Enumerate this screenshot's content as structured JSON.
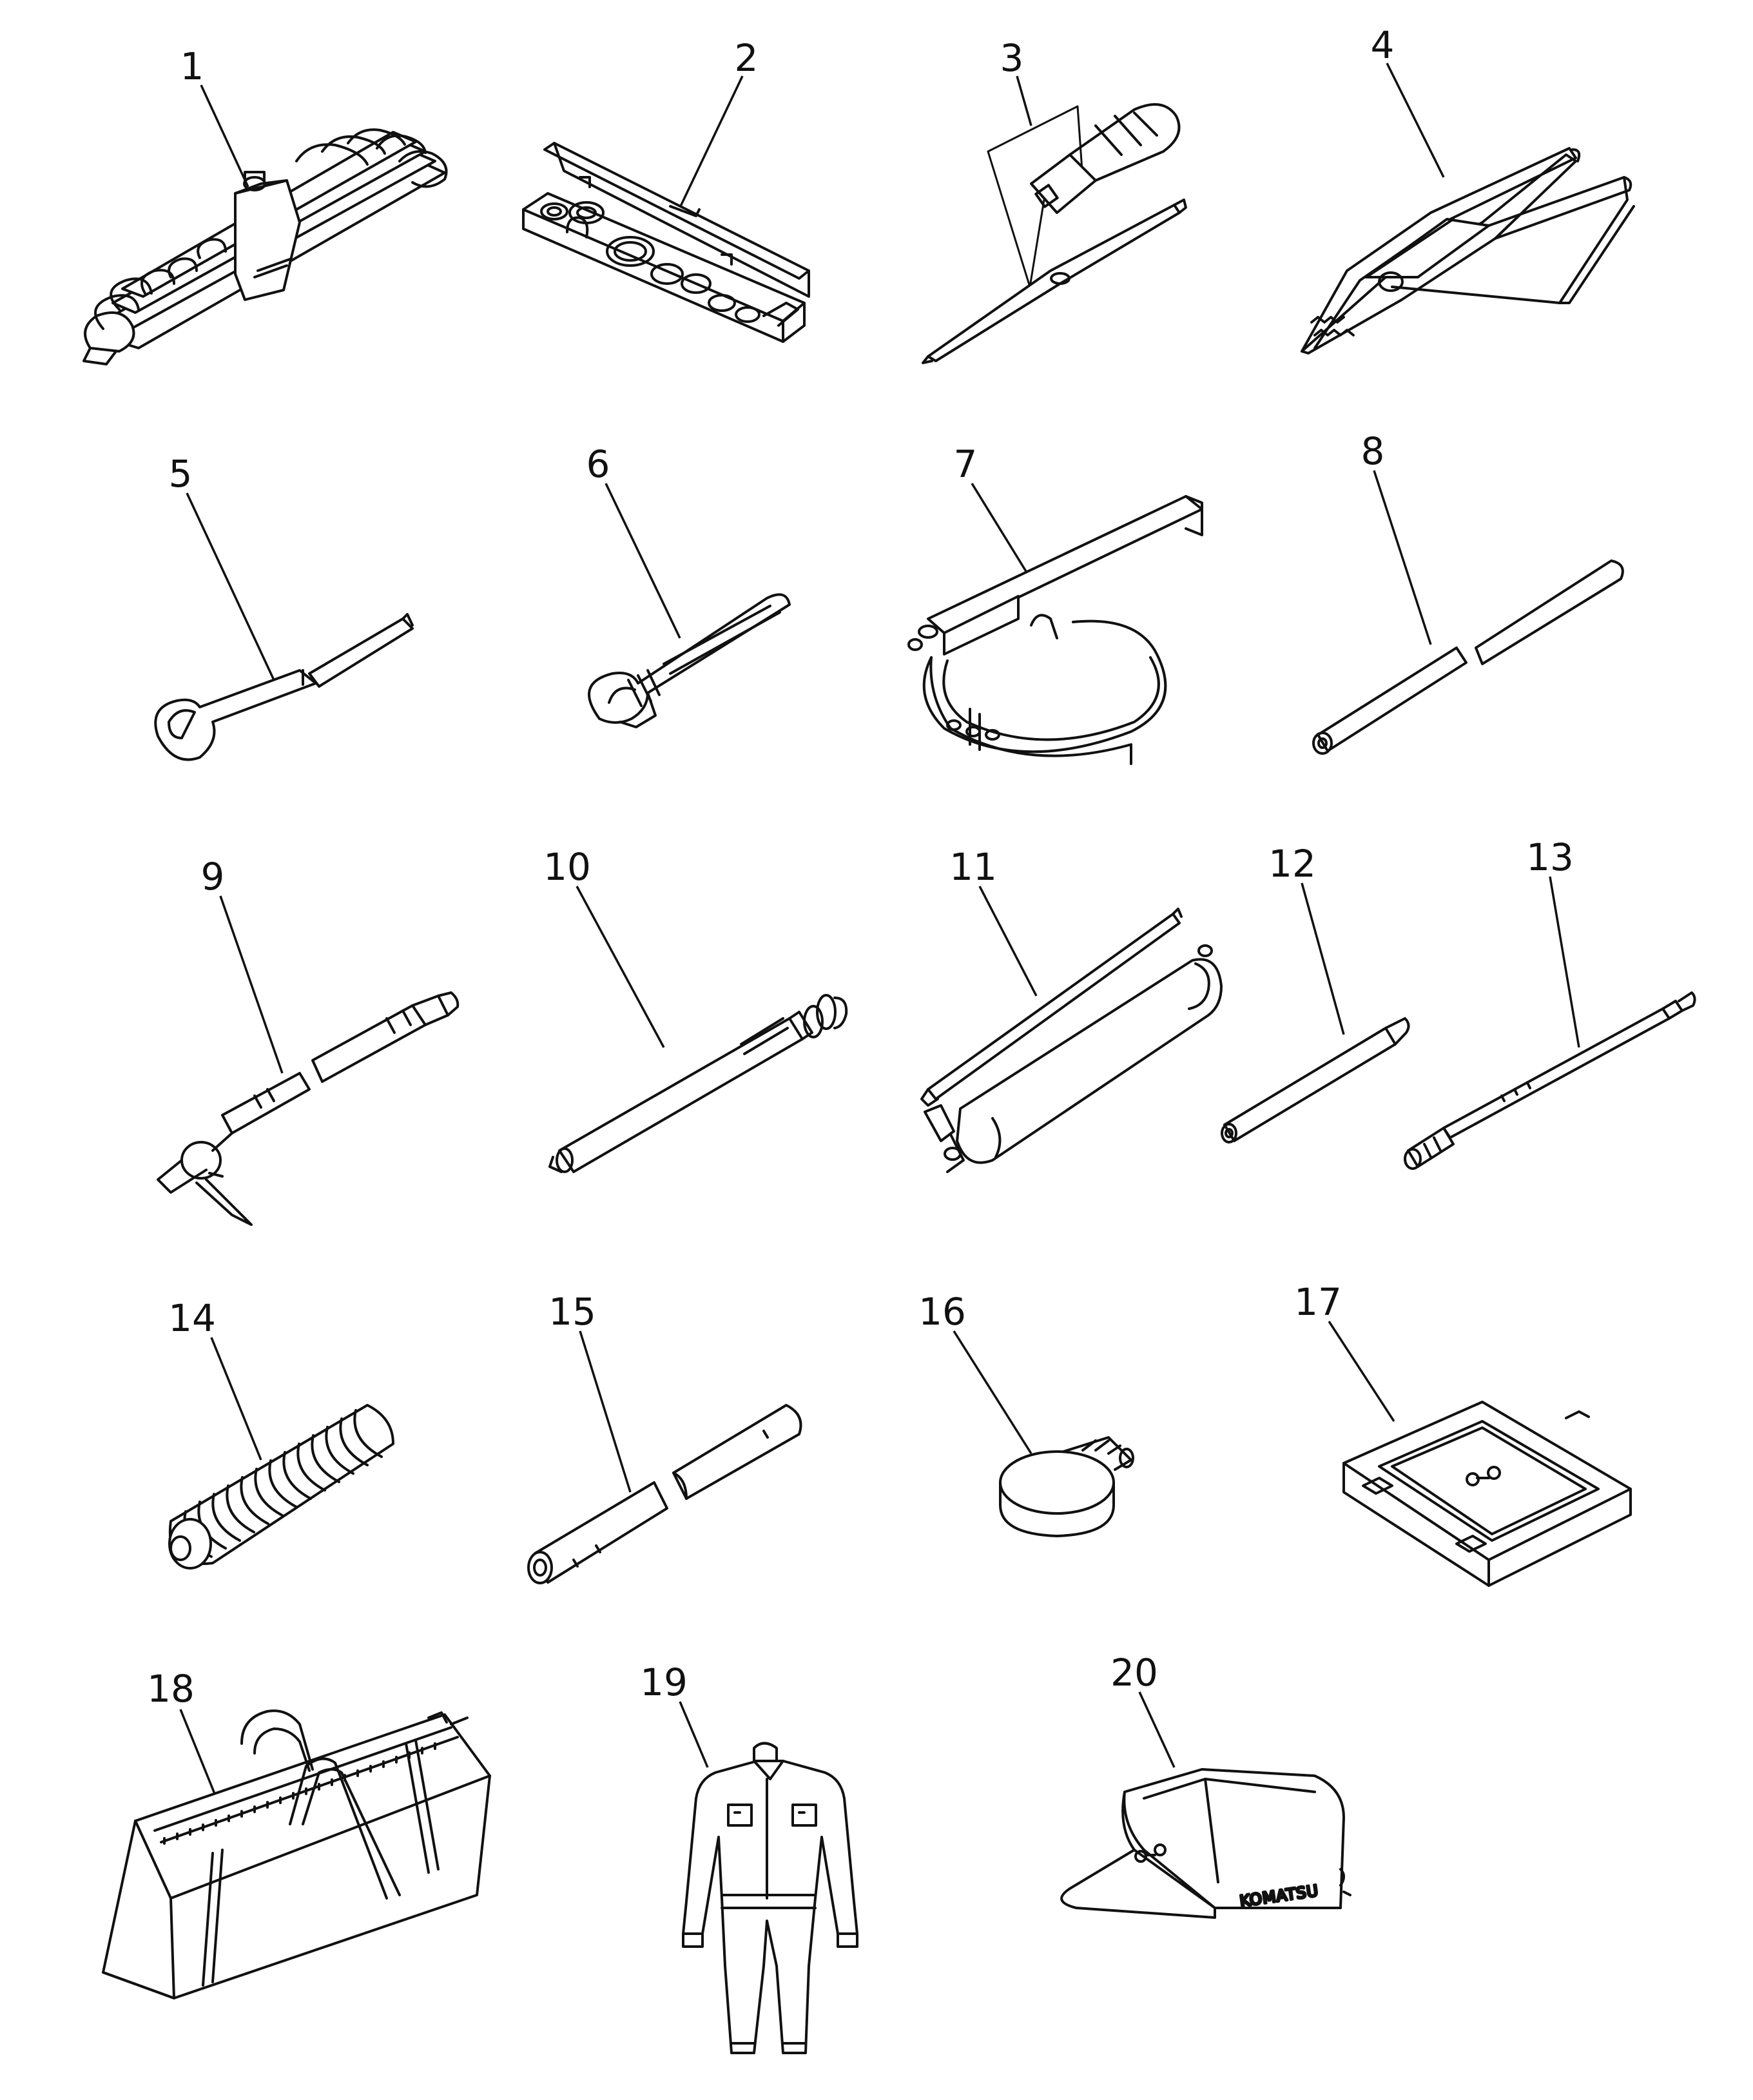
{
  "labels": [
    "1",
    "2",
    "3",
    "4",
    "5",
    "6",
    "7",
    "8",
    "9",
    "10",
    "11",
    "12",
    "13",
    "14",
    "15",
    "16",
    "17",
    "18",
    "19",
    "20"
  ],
  "cap_text": "KOMATSU",
  "colors": {
    "line": "#111111",
    "background": "#ffffff"
  }
}
